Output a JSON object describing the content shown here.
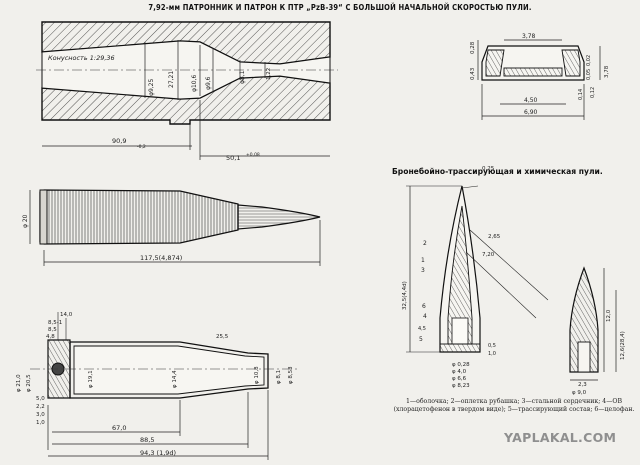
{
  "title": "7,92-мм ПАТРОННИК И ПАТРОН К ПТР „PzB-39“ С БОЛЬШОЙ НАЧАЛЬНОЙ СКОРОСТЬЮ ПУЛИ.",
  "subtitle": "Бронебойно-трассирующая и химическая пули.",
  "caption": "1—оболочка; 2—оплетка рубашка; 3—стальной сердечник; 4—ОВ (хлорацетофенон в твердом виде); 5—трассирующий состав; 6—целофан.",
  "watermark": "YAPLAKAL.COM",
  "chamber": {
    "taper": "Конусность 1:29,36",
    "d_mouth": "φ8,1",
    "d_neck": "φ9,25",
    "l_body": "27,21",
    "d_shoulder": "φ10,6",
    "d_rim": "φ9,6",
    "len_overall": "90,9",
    "len_tol": "-0,2",
    "len_neck": "50,1",
    "len_neck_tol": "+0,08",
    "small_dim": "1,22"
  },
  "cartridge": {
    "d_base": "φ 20",
    "length": "117,5(4,874)"
  },
  "case": {
    "dims_left": [
      "14,0",
      "8,5-1",
      "8,5",
      "4,8",
      "5,0",
      "2,2",
      "3,0",
      "1,0"
    ],
    "d_rim": "φ 21,0",
    "d_head": "φ 20,5",
    "d_body": "φ 19,1",
    "d_neck": "φ 10,8",
    "d_shoulder": "φ 14,4",
    "d_mouth": "φ 8,1",
    "neck_len": "25,5",
    "len_body": "67,0",
    "len_shoulder": "88,5",
    "len_total": "94,3 (1,9d)",
    "d_small": "φ 8,53"
  },
  "bullet": {
    "d_top": "0,25",
    "d_nose": "2,65",
    "d_ogive": "7,20",
    "length": "32,5(4,4d)",
    "n_labels": [
      "2",
      "1",
      "3",
      "6",
      "4",
      "5",
      "4,5"
    ],
    "d_bottom": [
      "φ 0,28",
      "φ 4,0",
      "φ 6,6",
      "φ 8,23"
    ],
    "d_side": [
      "0,5",
      "1,0"
    ]
  },
  "jacket": {
    "dims": [
      "3,78",
      "0,28",
      "0,43",
      "4,50",
      "6,90",
      "0,02",
      "0,05",
      "0,14",
      "0,12",
      "3,78"
    ]
  },
  "chem": {
    "dims": [
      "12,0",
      "12,6(28,4)",
      "2,3",
      "φ 9,0"
    ]
  }
}
